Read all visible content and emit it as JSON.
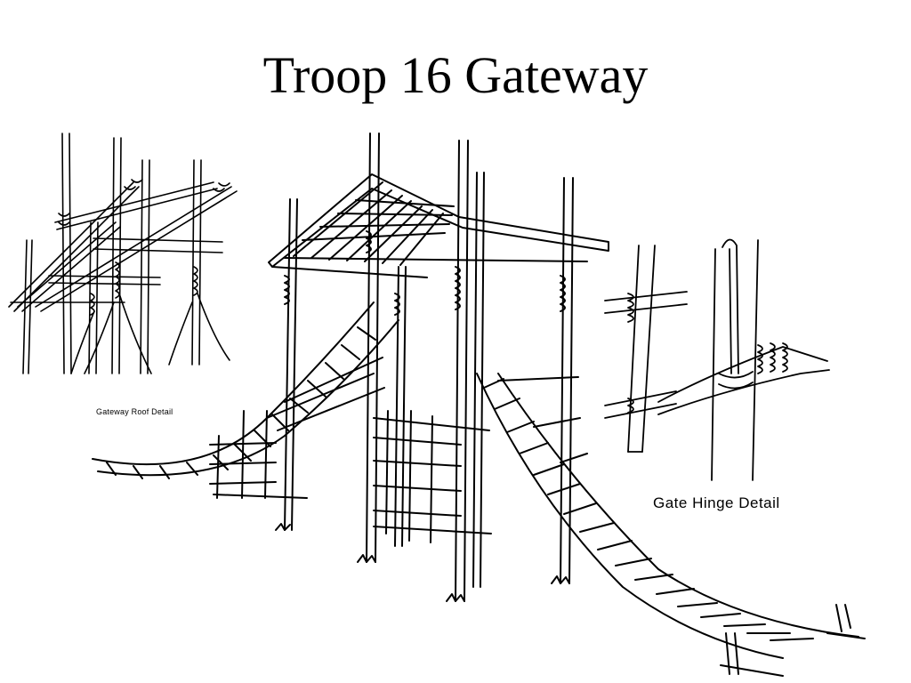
{
  "slide": {
    "title": "Troop 16 Gateway",
    "roof_detail_label": "Gateway Roof Detail",
    "hinge_detail_label": "Gate Hinge Detail"
  },
  "colors": {
    "background": "#ffffff",
    "ink": "#000000"
  }
}
